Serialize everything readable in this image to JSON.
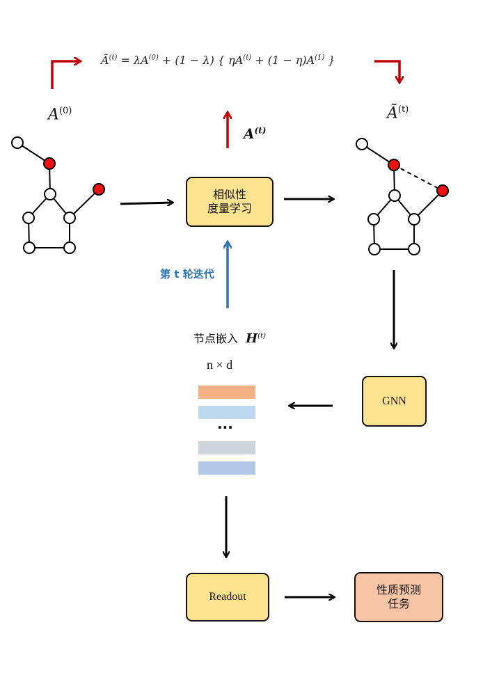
{
  "formula": {
    "lhs": "Ã",
    "lhs_sup": "(t)",
    "eq": " = λA",
    "sup0": "(0)",
    "mid": " + (1 − λ) { ηA",
    "supt": "(t)",
    "mid2": " + (1 − η)A",
    "sup1": "(1)",
    "end": " }"
  },
  "graph_left_label": {
    "base": "A",
    "sup": "(0)"
  },
  "graph_right_label": {
    "base": "Ã",
    "sup": "(t)"
  },
  "adj_label": {
    "base": "A",
    "sup": "(t)"
  },
  "similarity_box": {
    "line1": "相似性",
    "line2": "度量学习"
  },
  "iteration_label": "第 t 轮迭代",
  "embedding": {
    "label": "节点嵌入",
    "symbol": "H",
    "sup": "(t)",
    "dims": "n × d",
    "ellipsis": "···"
  },
  "gnn_box": {
    "label": "GNN"
  },
  "readout_box": {
    "label": "Readout"
  },
  "task_box": {
    "line1": "性质预测",
    "line2": "任务"
  },
  "colors": {
    "red_arrow": "#c00000",
    "blue_arrow": "#2e75b6",
    "box_yellow": "#fde38f",
    "box_peach": "#f7c5a6",
    "node_red": "#ee1111",
    "emb_orange": "#f4b183",
    "emb_lightblue": "#bdd7ee",
    "emb_gray": "#ced4da",
    "emb_blue": "#b4c7e7"
  }
}
